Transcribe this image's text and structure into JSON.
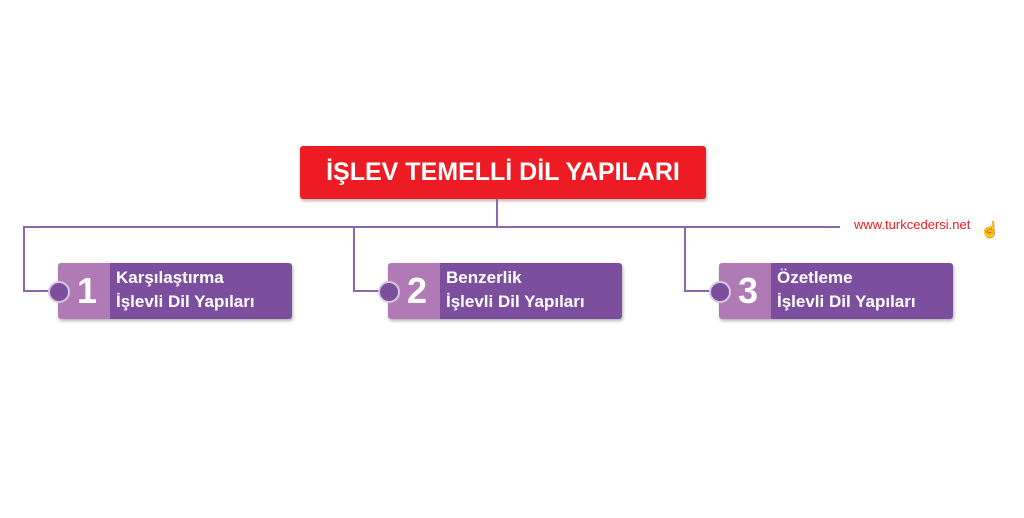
{
  "title": "İŞLEV TEMELLİ DİL YAPILARI",
  "items": [
    {
      "number": "1",
      "line1": "Karşılaştırma",
      "line2": "İşlevli Dil Yapıları"
    },
    {
      "number": "2",
      "line1": "Benzerlik",
      "line2": "İşlevli Dil Yapıları"
    },
    {
      "number": "3",
      "line1": "Özetleme",
      "line2": "İşlevli Dil Yapıları"
    }
  ],
  "watermark": "www.turkcedersi.net",
  "colors": {
    "title_bg": "#ed1c24",
    "card_dark": "#7b4f9e",
    "card_light": "#b07ab4"
  }
}
